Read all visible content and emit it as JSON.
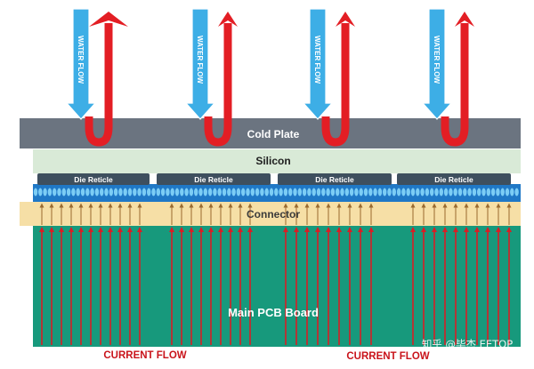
{
  "water_flow_label": "WATER FLOW",
  "cold_plate_label": "Cold Plate",
  "silicon_label": "Silicon",
  "die_reticle_labels": [
    "Die Reticle",
    "Die Reticle",
    "Die Reticle",
    "Die Reticle"
  ],
  "connector_label": "Connector",
  "pcb_label": "Main PCB Board",
  "current_flow_labels": [
    "CURRENT FLOW",
    "CURRENT FLOW"
  ],
  "watermark": "知乎 @毕杰 EETOP",
  "colors": {
    "cold_plate": "#6b7480",
    "silicon": "#d9ead7",
    "die_reticle": "#3e4f5e",
    "bump_layer": "#1f78c6",
    "bump_dot": "#7ccdf5",
    "connector": "#f6dfa6",
    "pcb": "#17997c",
    "current_arrow": "#d81e25",
    "current_text": "#c9141b",
    "water_down": "#3daee6",
    "water_up": "#e31e24"
  }
}
